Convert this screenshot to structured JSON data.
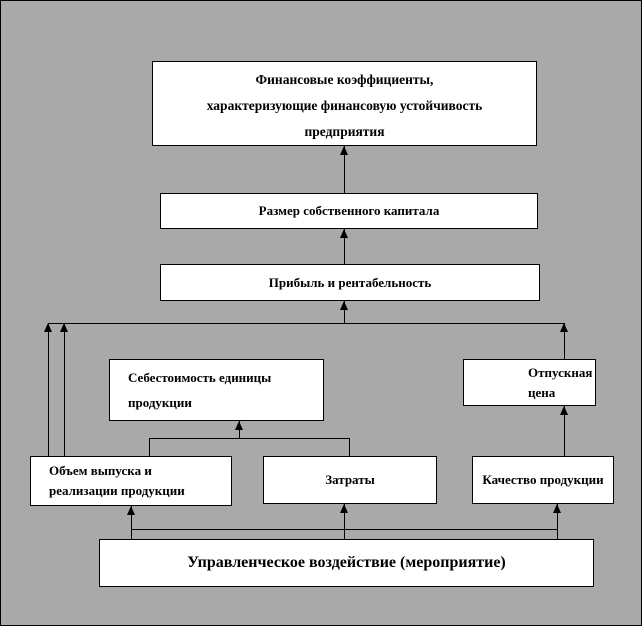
{
  "diagram": {
    "background_color": "#a9a9a9",
    "box_fill": "#ffffff",
    "line_color": "#000000",
    "nodes": {
      "financial_coefficients": {
        "lines": [
          "Финансовые коэффициенты,",
          "характеризующие  финансовую устойчивость",
          "предприятия"
        ]
      },
      "equity_capital": {
        "label": "Размер собственного капитала"
      },
      "profit_profitability": {
        "label": "Прибыль и рентабельность"
      },
      "unit_cost": {
        "lines": [
          "Себестоимость единицы",
          "продукции"
        ]
      },
      "selling_price": {
        "lines": [
          "Отпускная",
          "цена"
        ]
      },
      "output_volume": {
        "lines": [
          "Объем выпуска и",
          "реализации продукции"
        ]
      },
      "costs": {
        "label": "Затраты"
      },
      "product_quality": {
        "label": "Качество продукции"
      },
      "management_action": {
        "label": "Управленческое воздействие (мероприятие)"
      }
    }
  }
}
